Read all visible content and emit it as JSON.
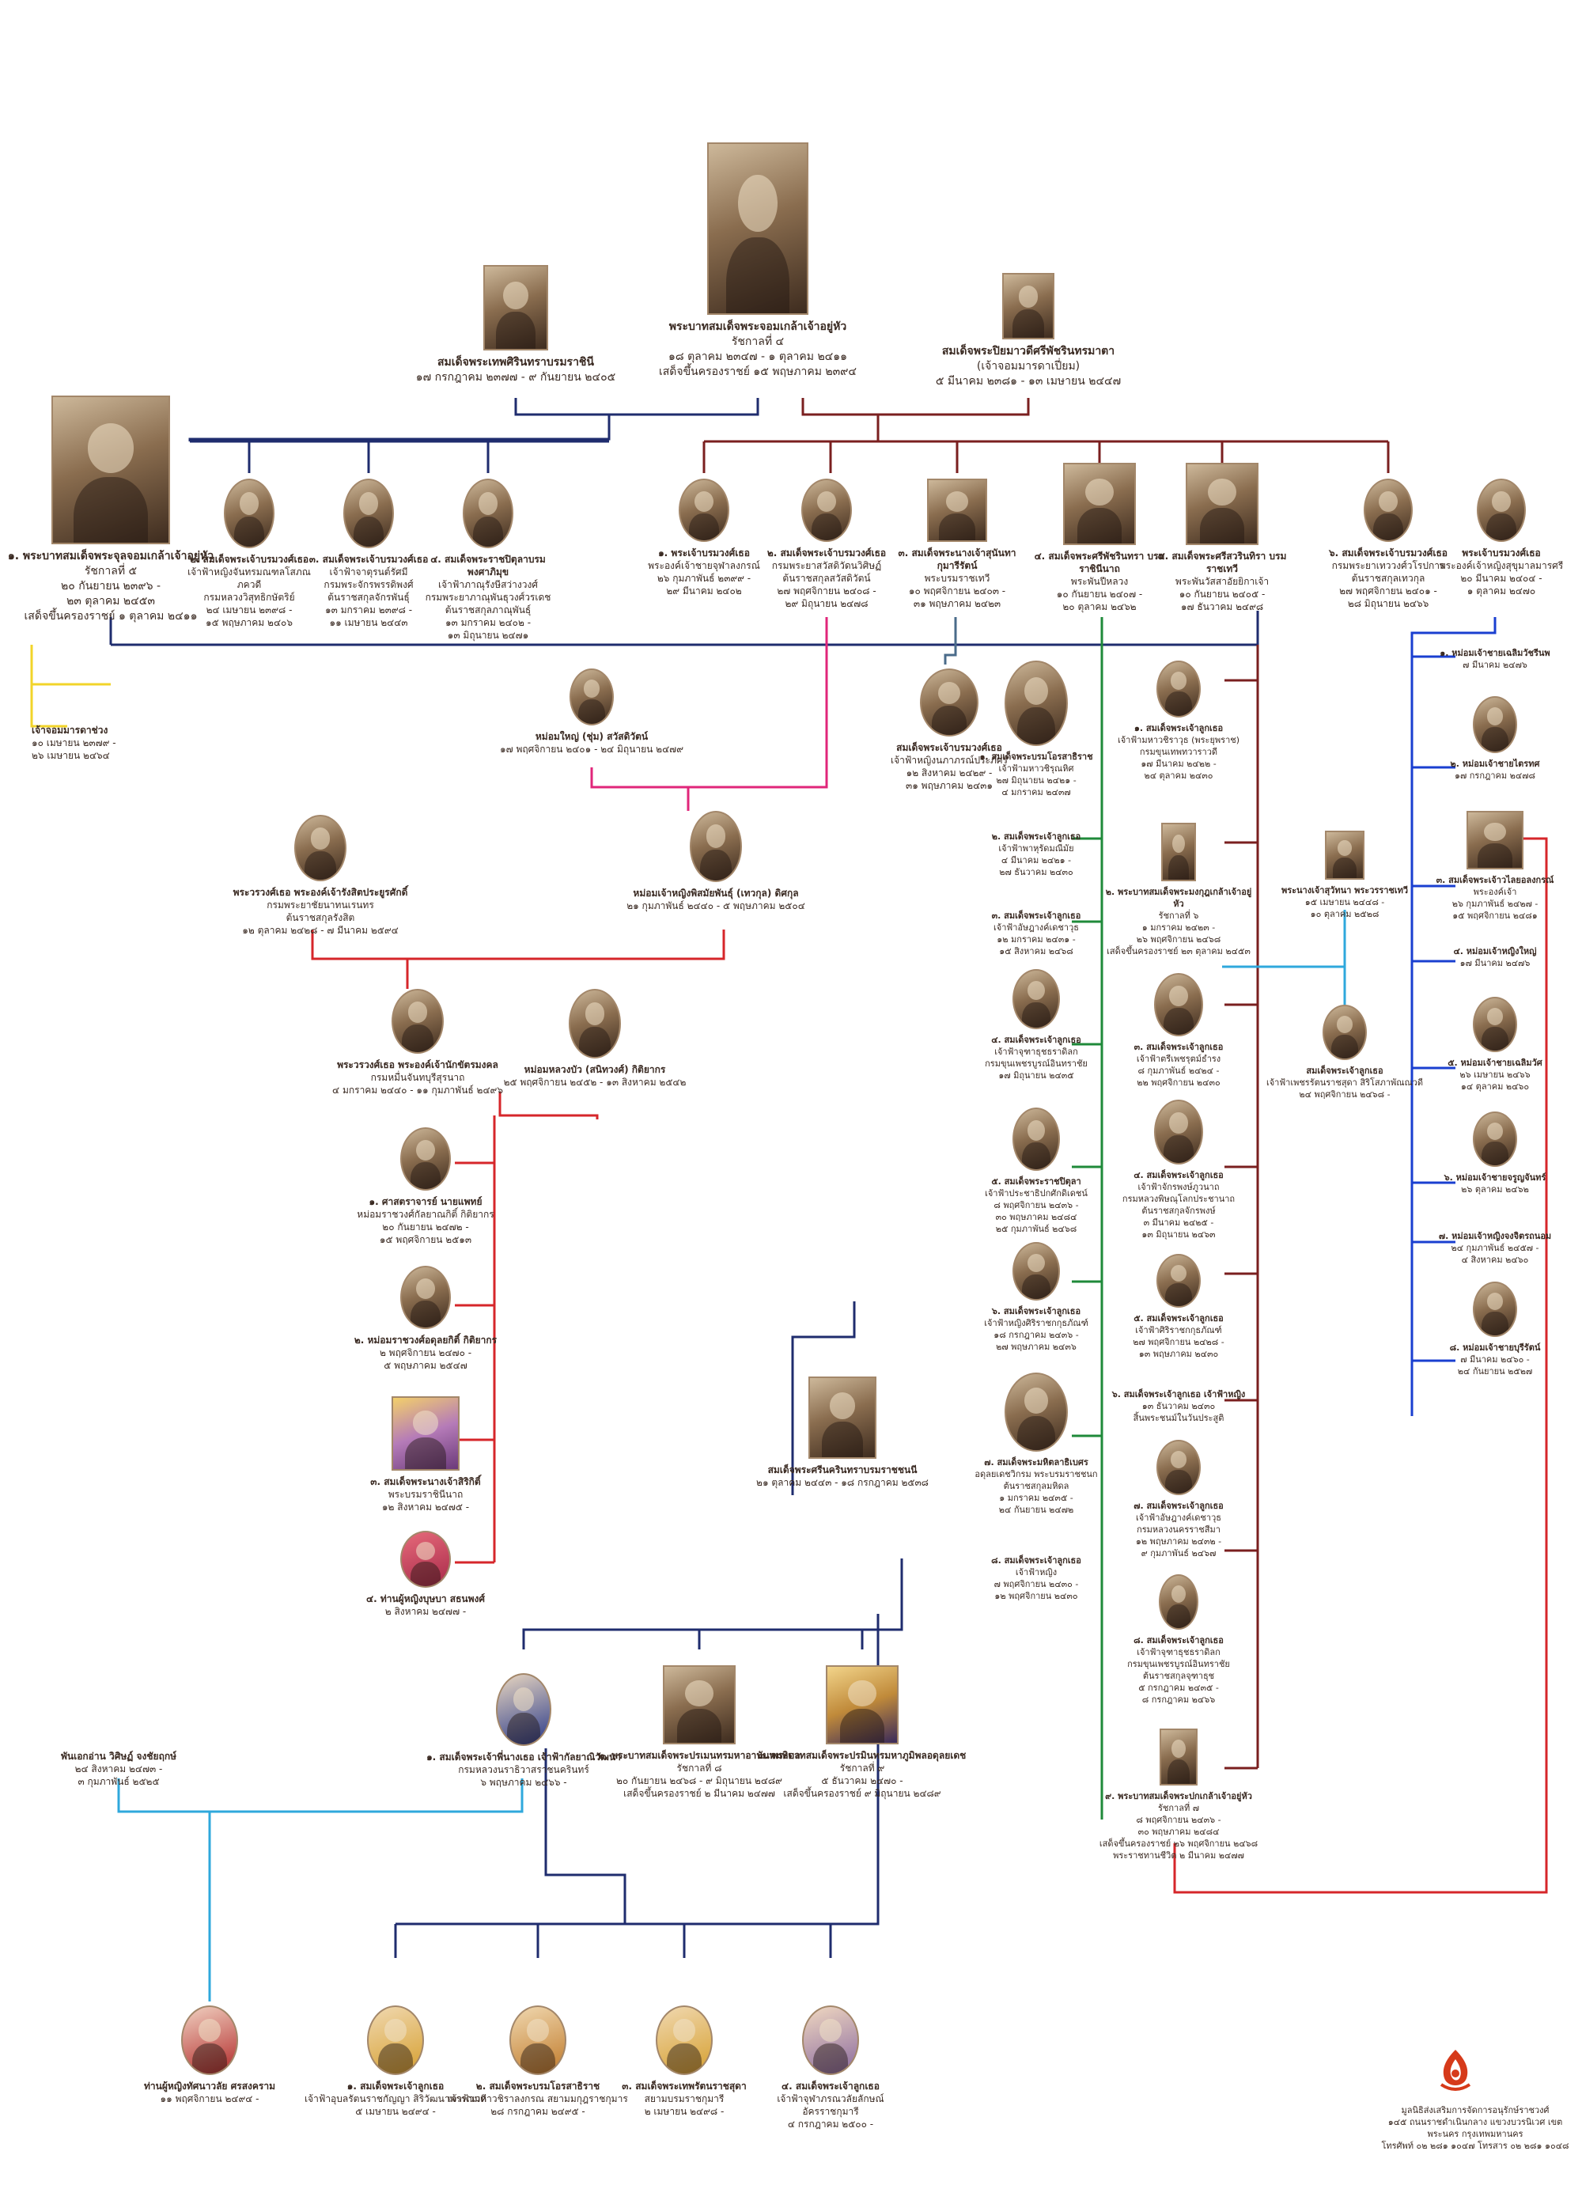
{
  "people": [
    {
      "id": "rama4",
      "name": "พระบาทสมเด็จพระจอมเกล้าเจ้าอยู่หัว",
      "detail": "รัชกาลที่ ๔\n๑๘ ตุลาคม ๒๓๔๗ - ๑ ตุลาคม ๒๔๑๑\nเสด็จขึ้นครองราชย์ ๑๕ พฤษภาคม ๒๓๙๔"
    },
    {
      "id": "thepsirin",
      "name": "สมเด็จพระเทพศิรินทราบรมราชินี",
      "detail": "๑๗ กรกฎาคม ๒๓๗๗ - ๙ กันยายน ๒๔๐๕"
    },
    {
      "id": "piyamawadi",
      "name": "สมเด็จพระปิยมาวดีศรีพัชรินทรมาตา",
      "detail": "(เจ้าจอมมารดาเปี่ยม)\n๕ มีนาคม ๒๓๘๑ - ๑๓ เมษายน ๒๔๔๗"
    },
    {
      "id": "rama5",
      "name": "๑. พระบาทสมเด็จพระจุลจอมเกล้าเจ้าอยู่หัว",
      "detail": "รัชกาลที่ ๕\n๒๐ กันยายน ๒๓๙๖ -\n๒๓ ตุลาคม ๒๔๕๓\nเสด็จขึ้นครองราชย์ ๑ ตุลาคม ๒๔๑๑"
    },
    {
      "id": "t2",
      "name": "๒. สมเด็จพระเจ้าบรมวงศ์เธอ",
      "detail": "เจ้าฟ้าหญิงจันทรมณฑลโสภณภควดี\nกรมหลวงวิสุทธิกษัตริย์\n๒๔ เมษายน ๒๓๙๘ -\n๑๕ พฤษภาคม ๒๔๐๖"
    },
    {
      "id": "t3",
      "name": "๓. สมเด็จพระเจ้าบรมวงศ์เธอ",
      "detail": "เจ้าฟ้าจาตุรนต์รัศมี\nกรมพระจักรพรรดิพงศ์\nต้นราชสกุลจักรพันธุ์\n๑๓ มกราคม ๒๓๙๘ -\n๑๑ เมษายน ๒๔๔๓"
    },
    {
      "id": "t4",
      "name": "๔. สมเด็จพระราชปิตุลาบรมพงศาภิมุข",
      "detail": "เจ้าฟ้าภาณุรังษีสว่างวงศ์\nกรมพระยาภาณุพันธุวงศ์วรเดช\nต้นราชสกุลภาณุพันธุ์\n๑๓ มกราคม ๒๔๐๒ -\n๑๓ มิถุนายน ๒๔๗๑"
    },
    {
      "id": "p1",
      "name": "๑. พระเจ้าบรมวงศ์เธอ",
      "detail": "พระองค์เจ้าชายจุฬาลงกรณ์\n๒๖ กุมภาพันธ์ ๒๓๙๙ -\n๒๙ มีนาคม ๒๔๐๒"
    },
    {
      "id": "p2",
      "name": "๒. สมเด็จพระเจ้าบรมวงศ์เธอ",
      "detail": "กรมพระยาสวัสดิวัดนวิศิษฏ์\nต้นราชสกุลสวัสดิวัตน์\n๒๗ พฤศจิกายน ๒๔๐๘ -\n๒๙ มิถุนายน ๒๔๗๘"
    },
    {
      "id": "p3",
      "name": "๓. สมเด็จพระนางเจ้าสุนันทากุมารีรัตน์",
      "detail": "พระบรมราชเทวี\n๑๐ พฤศจิกายน ๒๔๐๓ -\n๓๑ พฤษภาคม ๒๔๒๓"
    },
    {
      "id": "p4",
      "name": "๔. สมเด็จพระศรีพัชรินทรา บรมราชินีนาถ",
      "detail": "พระพันปีหลวง\n๑๐ กันยายน ๒๔๐๗ -\n๒๐ ตุลาคม ๒๔๖๒"
    },
    {
      "id": "p5",
      "name": "๕. สมเด็จพระศรีสวรินทิรา บรมราชเทวี",
      "detail": "พระพันวัสสาอัยยิกาเจ้า\n๑๐ กันยายน ๒๔๐๕ -\n๑๗ ธันวาคม ๒๔๙๘"
    },
    {
      "id": "p6",
      "name": "๖. สมเด็จพระเจ้าบรมวงศ์เธอ",
      "detail": "กรมพระยาเทววงศ์วโรปการ\nต้นราชสกุลเทวกุล\n๒๗ พฤศจิกายน ๒๔๐๑ -\n๒๘ มิถุนายน ๒๔๖๖"
    },
    {
      "id": "p7",
      "name": "พระเจ้าบรมวงศ์เธอ",
      "detail": "พระองค์เจ้าหญิงสุขุมาลมารศรี\n๒๐ มีนาคม ๒๔๐๔ -\n๑ ตุลาคม ๒๔๗๐"
    },
    {
      "id": "chaomaeya",
      "name": "เจ้าจอมมารดาช่วง",
      "detail": "๑๐ เมษายน ๒๓๗๙ -\n๒๖ เมษายน ๒๔๖๔"
    },
    {
      "id": "mayai",
      "name": "หม่อมใหญ่ (ชุ่ม) สวัสดิวัตน์",
      "detail": "๑๗ พฤศจิกายน ๒๔๐๑ - ๒๔ มิถุนายน ๒๔๗๙"
    },
    {
      "id": "rangsit",
      "name": "พระวรวงศ์เธอ พระองค์เจ้ารังสิตประยูรศักดิ์",
      "detail": "กรมพระยาชัยนาทนเรนทร\nต้นราชสกุลรังสิต\n๑๒ ตุลาคม ๒๔๒๘ - ๗ มีนาคม ๒๕๙๔"
    },
    {
      "id": "mayelm",
      "name": "หม่อมเจ้าหญิงพิสมัยพันธุ์ (เทวกุล) ดิศกุล",
      "detail": "๒๑ กุมภาพันธ์ ๒๔๔๐ - ๕ พฤษภาคม ๒๕๐๔"
    },
    {
      "id": "nakkhatra",
      "name": "พระวรวงศ์เธอ พระองค์เจ้านักขัตรมงคล",
      "detail": "กรมหมื่นจันทบุรีสุรนาถ\n๔ มกราคม ๒๔๔๐ - ๑๑ กุมภาพันธ์ ๒๔๙๖"
    },
    {
      "id": "mombua",
      "name": "หม่อมหลวงบัว (สนิทวงศ์) กิติยากร",
      "detail": "๒๕ พฤศจิกายน ๒๔๕๒ - ๑๓ สิงหาคม ๒๕๔๒"
    },
    {
      "id": "kalyakorn",
      "name": "๑. ศาสตราจารย์ นายแพทย์",
      "detail": "หม่อมราชวงศ์กัลยาณกิติ์ กิติยากร\n๒๐ กันยายน ๒๔๗๒ -\n๑๕ พฤศจิกายน ๒๕๑๓"
    },
    {
      "id": "adulakit",
      "name": "๒. หม่อมราชวงศ์อดุลยกิติ์ กิติยากร",
      "detail": "๒ พฤศจิกายน ๒๔๗๐ -\n๕ พฤษภาคม ๒๕๔๗"
    },
    {
      "id": "sirikit",
      "name": "๓. สมเด็จพระนางเจ้าสิริกิติ์",
      "detail": "พระบรมราชินีนาถ\n๑๒ สิงหาคม ๒๔๗๕ -"
    },
    {
      "id": "busaba",
      "name": "๔. ท่านผู้หญิงบุษบา สธนพงศ์",
      "detail": "๒ สิงหาคม ๒๔๗๗ -"
    },
    {
      "id": "rchild1",
      "name": "สมเด็จพระเจ้าบรมวงศ์เธอ",
      "detail": "เจ้าฟ้าหญิงนภาภรณ์ประภัศร์\n๑๒ สิงหาคม ๒๔๒๙ -\n๓๑ พฤษภาคม ๒๔๓๑"
    },
    {
      "id": "c1",
      "name": "๑. สมเด็จพระบรมโอรสาธิราช",
      "detail": "เจ้าฟ้ามหาวชิรุณหิศ\n๒๗ มิถุนายน ๒๔๒๑ -\n๔ มกราคม ๒๔๓๗"
    },
    {
      "id": "c2",
      "name": "๒. สมเด็จพระเจ้าลูกเธอ",
      "detail": "เจ้าฟ้าพาหุรัดมณีมัย\n๔ มีนาคม ๒๔๒๑ -\n๒๗ ธันวาคม ๒๔๓๐"
    },
    {
      "id": "c3",
      "name": "๓. สมเด็จพระเจ้าลูกเธอ",
      "detail": "เจ้าฟ้าอัษฎางค์เดชาวุธ\n๑๒ มกราคม ๒๔๓๑ -\n๑๕ สิงหาคม ๒๔๖๘"
    },
    {
      "id": "c4",
      "name": "๔. สมเด็จพระเจ้าลูกเธอ",
      "detail": "เจ้าฟ้าจุฑาธุชธราดิลก\nกรมขุนเพชรบูรณ์อินทราชัย\n๑๗ มิถุนายน ๒๔๓๕"
    },
    {
      "id": "c5",
      "name": "๕. สมเด็จพระราชปิตุลา",
      "detail": "เจ้าฟ้าประชาธิปกศักดิเดชน์\n๘ พฤศจิกายน ๒๔๓๖ -\n๓๐ พฤษภาคม ๒๔๘๔\n๒๕ กุมภาพันธ์ ๒๔๖๘"
    },
    {
      "id": "c6",
      "name": "๖. สมเด็จพระเจ้าลูกเธอ",
      "detail": "เจ้าฟ้าหญิงศิริราชกกุธภัณฑ์\n๑๘ กรกฎาคม ๒๔๓๖ -\n๒๗ พฤษภาคม ๒๔๓๖"
    },
    {
      "id": "mahidol",
      "name": "๗. สมเด็จพระมหิตลาธิเบศร",
      "detail": "อดุลยเดชวิกรม พระบรมราชชนก\nต้นราชสกุลมหิดล\n๑ มกราคม ๒๔๓๕ -\n๒๔ กันยายน ๒๔๗๒"
    },
    {
      "id": "c8",
      "name": "๘. สมเด็จพระเจ้าลูกเธอ",
      "detail": "เจ้าฟ้าหญิง\n๗ พฤศจิกายน ๒๔๓๐ -\n๑๒ พฤศจิกายน ๒๔๓๐"
    },
    {
      "id": "d1",
      "name": "๑. สมเด็จพระเจ้าลูกเธอ",
      "detail": "เจ้าฟ้ามหาวชิราวุธ (พระยุพราช)\nกรมขุนเทพทวาราวดี\n๑๗ มีนาคม ๒๔๒๒ -\n๒๔ ตุลาคม ๒๔๓๐"
    },
    {
      "id": "rama6",
      "name": "๒. พระบาทสมเด็จพระมงกุฎเกล้าเจ้าอยู่หัว",
      "detail": "รัชกาลที่ ๖\n๑ มกราคม ๒๔๒๓ -\n๒๖ พฤศจิกายน ๒๔๖๘\nเสด็จขึ้นครองราชย์ ๒๓ ตุลาคม ๒๔๕๓"
    },
    {
      "id": "d3",
      "name": "๓. สมเด็จพระเจ้าลูกเธอ",
      "detail": "เจ้าฟ้าตรีเพชรุตม์ธำรง\n๘ กุมภาพันธ์ ๒๔๒๔ -\n๒๒ พฤศจิกายน ๒๔๓๐"
    },
    {
      "id": "d4",
      "name": "๔. สมเด็จพระเจ้าลูกเธอ",
      "detail": "เจ้าฟ้าจักรพงษ์ภูวนาถ\nกรมหลวงพิษณุโลกประชานาถ\nต้นราชสกุลจักรพงษ์\n๓ มีนาคม ๒๔๒๕ -\n๑๓ มิถุนายน ๒๔๖๓"
    },
    {
      "id": "d5",
      "name": "๕. สมเด็จพระเจ้าลูกเธอ",
      "detail": "เจ้าฟ้าศิริราชกกุธภัณฑ์\n๒๗ พฤศจิกายน ๒๔๒๘ -\n๑๓ พฤษภาคม ๒๔๓๐"
    },
    {
      "id": "d6",
      "name": "๖. สมเด็จพระเจ้าลูกเธอ เจ้าฟ้าหญิง",
      "detail": "๑๓ ธันวาคม ๒๔๓๐\nสิ้นพระชนม์ในวันประสูติ"
    },
    {
      "id": "d7",
      "name": "๗. สมเด็จพระเจ้าลูกเธอ",
      "detail": "เจ้าฟ้าอัษฎางค์เดชาวุธ\nกรมหลวงนครราชสีมา\n๑๒ พฤษภาคม ๒๔๓๒ -\n๙ กุมภาพันธ์ ๒๔๖๗"
    },
    {
      "id": "d8",
      "name": "๘. สมเด็จพระเจ้าลูกเธอ",
      "detail": "เจ้าฟ้าจุฑาธุชธราดิลก\nกรมขุนเพชรบูรณ์อินทราชัย\nต้นราชสกุลจุฑาธุช\n๕ กรกฎาคม ๒๔๓๕ -\n๘ กรกฎาคม ๒๔๖๖"
    },
    {
      "id": "rama7",
      "name": "๙. พระบาทสมเด็จพระปกเกล้าเจ้าอยู่หัว",
      "detail": "รัชกาลที่ ๗\n๘ พฤศจิกายน ๒๔๓๖ -\n๓๐ พฤษภาคม ๒๔๘๔\nเสด็จขึ้นครองราชย์ ๒๖ พฤศจิกายน ๒๔๖๘\nพระราชทานชีวิต ๒ มีนาคม ๒๔๗๗"
    },
    {
      "id": "suvattana",
      "name": "พระนางเจ้าสุวัทนา พระวรราชเทวี",
      "detail": "๑๕ เมษายน ๒๔๔๘ -\n๑๐ ตุลาคม ๒๕๒๘"
    },
    {
      "id": "bejaratana",
      "name": "สมเด็จพระเจ้าลูกเธอ",
      "detail": "เจ้าฟ้าเพชรรัตนราชสุดา สิริโสภาพัณณวดี\n๒๔ พฤศจิกายน ๒๔๖๘ -"
    },
    {
      "id": "sangwan",
      "name": "สมเด็จพระศรีนครินทราบรมราชชนนี",
      "detail": "๒๑ ตุลาคม ๒๔๔๓ - ๑๘ กรกฎาคม ๒๕๓๘"
    },
    {
      "id": "galyani",
      "name": "๑. สมเด็จพระเจ้าพี่นางเธอ เจ้าฟ้ากัลยาณิวัฒนา",
      "detail": "กรมหลวงนราธิวาสราชนครินทร์\n๖ พฤษภาคม ๒๔๖๖ -"
    },
    {
      "id": "rama8",
      "name": "๒. พระบาทสมเด็จพระปรเมนทรมหาอานันทมหิดล",
      "detail": "รัชกาลที่ ๘\n๒๐ กันยายน ๒๔๖๘ - ๙ มิถุนายน ๒๔๘๙\nเสด็จขึ้นครองราชย์ ๒ มีนาคม ๒๔๗๗"
    },
    {
      "id": "rama9",
      "name": "๓. พระบาทสมเด็จพระปรมินทรมหาภูมิพลอดุลยเดช",
      "detail": "รัชกาลที่ ๙\n๕ ธันวาคม ๒๔๗๐ -\nเสด็จขึ้นครองราชย์ ๙ มิถุนายน ๒๔๘๙"
    },
    {
      "id": "prapai",
      "name": "พันเอกอ่าน วิศิษฏ์ จงชัยฤกษ์",
      "detail": "๒๔ สิงหาคม ๒๔๗๓ -\n๓ กุมภาพันธ์ ๒๕๒๕"
    },
    {
      "id": "ubol",
      "name": "ท่านผู้หญิงทัศนาวลัย ศรสงคราม",
      "detail": "๑๑ พฤศจิกายน ๒๔๙๔ -"
    },
    {
      "id": "g1",
      "name": "๑. สมเด็จพระเจ้าลูกเธอ",
      "detail": "เจ้าฟ้าอุบลรัตนราชกัญญา สิริวัฒนาพรรณวดี\n๕ เมษายน ๒๔๙๔ -"
    },
    {
      "id": "g2",
      "name": "๒. สมเด็จพระบรมโอรสาธิราช",
      "detail": "เจ้าฟ้ามหาวชิราลงกรณ สยามมกุฎราชกุมาร\n๒๘ กรกฎาคม ๒๔๙๕ -"
    },
    {
      "id": "g3",
      "name": "๓. สมเด็จพระเทพรัตนราชสุดา",
      "detail": "สยามบรมราชกุมารี\n๒ เมษายน ๒๔๙๘ -"
    },
    {
      "id": "g4",
      "name": "๔. สมเด็จพระเจ้าลูกเธอ",
      "detail": "เจ้าฟ้าจุฬาภรณวลัยลักษณ์\nอัครราชกุมารี\n๔ กรกฎาคม ๒๕๐๐ -"
    },
    {
      "id": "e1",
      "name": "๑. หม่อมเจ้าชายเฉลิมวัชรีนพ",
      "detail": "๗ มีนาคม ๒๔๗๖"
    },
    {
      "id": "e2",
      "name": "๒. หม่อมเจ้าชายไตรทศ",
      "detail": "๑๗ กรกฎาคม ๒๔๗๘"
    },
    {
      "id": "e3",
      "name": "๓. สมเด็จพระเจ้าวไลยอลงกรณ์",
      "detail": "พระองค์เจ้า\n๒๖ กุมภาพันธ์ ๒๔๒๗ -\n๑๕ พฤศจิกายน ๒๔๘๑"
    },
    {
      "id": "e4",
      "name": "๔. หม่อมเจ้าหญิงใหญ่",
      "detail": "๑๗ มีนาคม ๒๔๗๖"
    },
    {
      "id": "e5",
      "name": "๕. หม่อมเจ้าชายเฉลิมวัศ",
      "detail": "๒๖ เมษายน ๒๔๖๖\n๑๔ ตุลาคม ๒๔๖๐"
    },
    {
      "id": "e6",
      "name": "๖. หม่อมเจ้าชายจรูญจันทร์",
      "detail": "๒๖ ตุลาคม ๒๔๖๒"
    },
    {
      "id": "e7",
      "name": "๗. หม่อมเจ้าหญิงจงจิตรถนอม",
      "detail": "๒๔ กุมภาพันธ์ ๒๔๕๗ -\n๔ สิงหาคม ๒๔๖๐"
    },
    {
      "id": "e8",
      "name": "๘. หม่อมเจ้าชายบุรีรัตน์",
      "detail": "๗ มีนาคม ๒๔๖๐ -\n๒๔ กันยายน ๒๕๒๗"
    }
  ],
  "footer": {
    "text": "มูลนิธิส่งเสริมการจัดการอนุรักษ์ราชวงศ์\n๑๔๕ ถนนราชดำเนินกลาง แขวงบวรนิเวศ เขตพระนคร กรุงเทพมหานคร\nโทรศัพท์ ๐๒ ๒๘๑ ๑๐๔๗ โทรสาร ๐๒ ๒๘๑ ๑๐๔๘"
  },
  "colors": {
    "navy": "#1f2c6e",
    "maroon": "#7a1f1f",
    "yellow": "#f2d42a",
    "pink": "#e0267a",
    "red": "#d6262a",
    "green": "#1f8a3a",
    "blue": "#1a3fd0",
    "cyan": "#2fa8dc",
    "slate": "#4a6b8a"
  }
}
